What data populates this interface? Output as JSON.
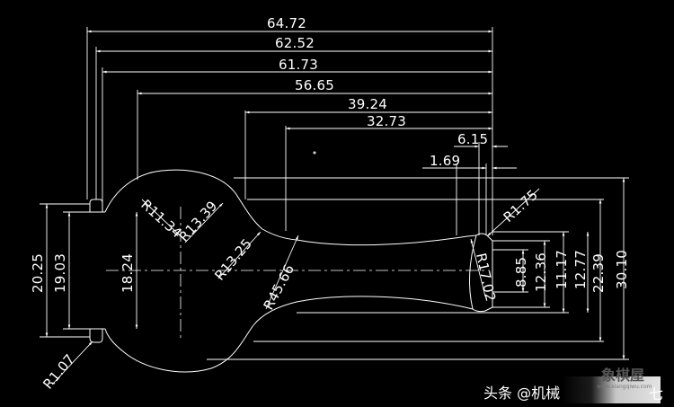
{
  "dimensions": {
    "horizontal": [
      "64.72",
      "62.52",
      "61.73",
      "56.65",
      "39.24",
      "32.73",
      "6.15",
      "1.69"
    ],
    "vertical": [
      "20.25",
      "19.03",
      "18.24",
      "8.85",
      "12.36",
      "11.17",
      "12.77",
      "22.39",
      "30.10"
    ],
    "radii": [
      "R11.34",
      "R13.39",
      "R13.25",
      "R45.66",
      "R17.02",
      "R1.75",
      "R1.07"
    ]
  },
  "watermark": {
    "text": "头条 @机械",
    "logo": "象棋屋",
    "logo_site": "www.xiangqiwu.com",
    "tail": "七"
  },
  "colors": {
    "background": "#000000",
    "lines": "#ffffff"
  }
}
